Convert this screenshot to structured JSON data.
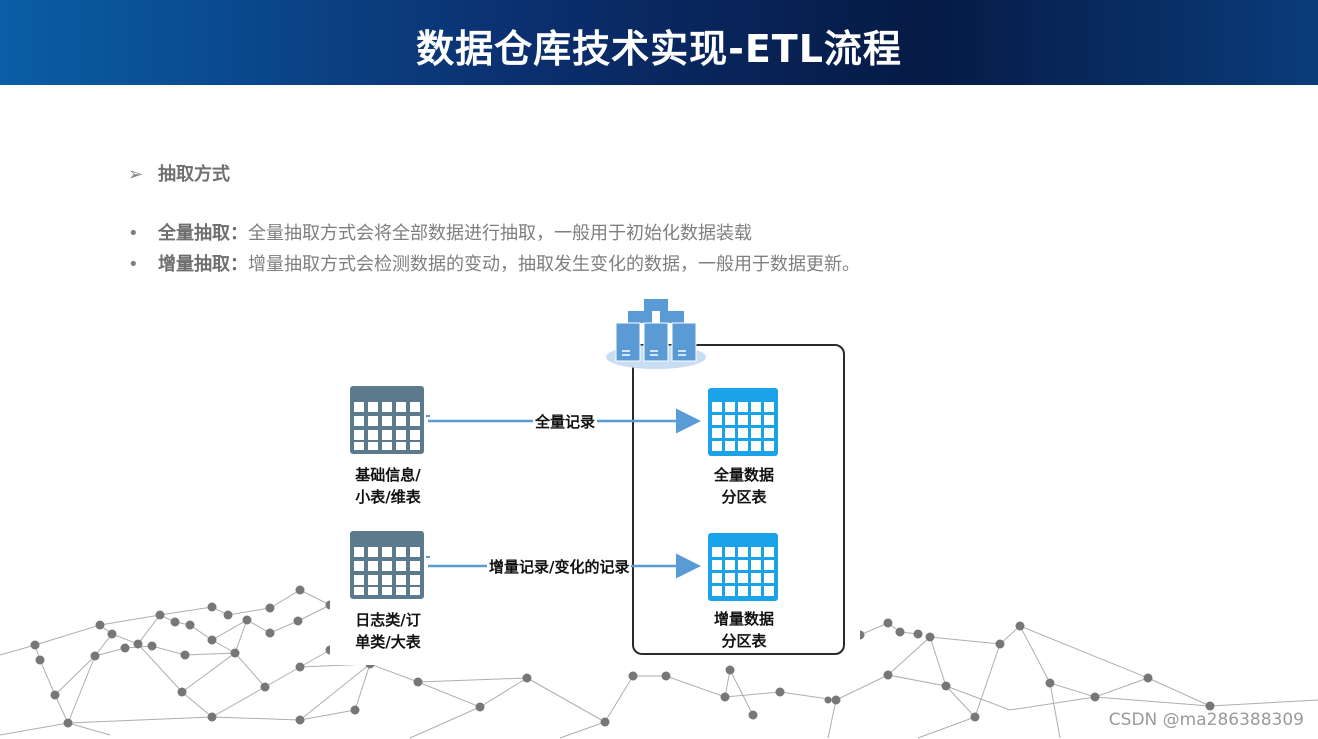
{
  "header": {
    "title": "数据仓库技术实现-ETL流程"
  },
  "section": {
    "marker": "➢",
    "heading": "抽取方式"
  },
  "bullets": [
    {
      "dot": "•",
      "term": "全量抽取：",
      "text": "全量抽取方式会将全部数据进行抽取，一般用于初始化数据装载"
    },
    {
      "dot": "•",
      "term": "增量抽取：",
      "text": "增量抽取方式会检测数据的变动，抽取发生变化的数据，一般用于数据更新。"
    }
  ],
  "diagram": {
    "sources": [
      {
        "line1": "基础信息/",
        "line2": "小表/维表"
      },
      {
        "line1": "日志类/订",
        "line2": "单类/大表"
      }
    ],
    "arrows": [
      {
        "label": "全量记录"
      },
      {
        "label": "增量记录/变化的记录"
      }
    ],
    "targets": [
      {
        "line1": "全量数据",
        "line2": "分区表"
      },
      {
        "line1": "增量数据",
        "line2": "分区表"
      }
    ],
    "colors": {
      "source_table": "#5b7a8c",
      "target_table": "#1aa3e8",
      "arrow": "#5b9bd5",
      "server": "#5b9bd5"
    }
  },
  "watermark": "CSDN @ma286388309"
}
